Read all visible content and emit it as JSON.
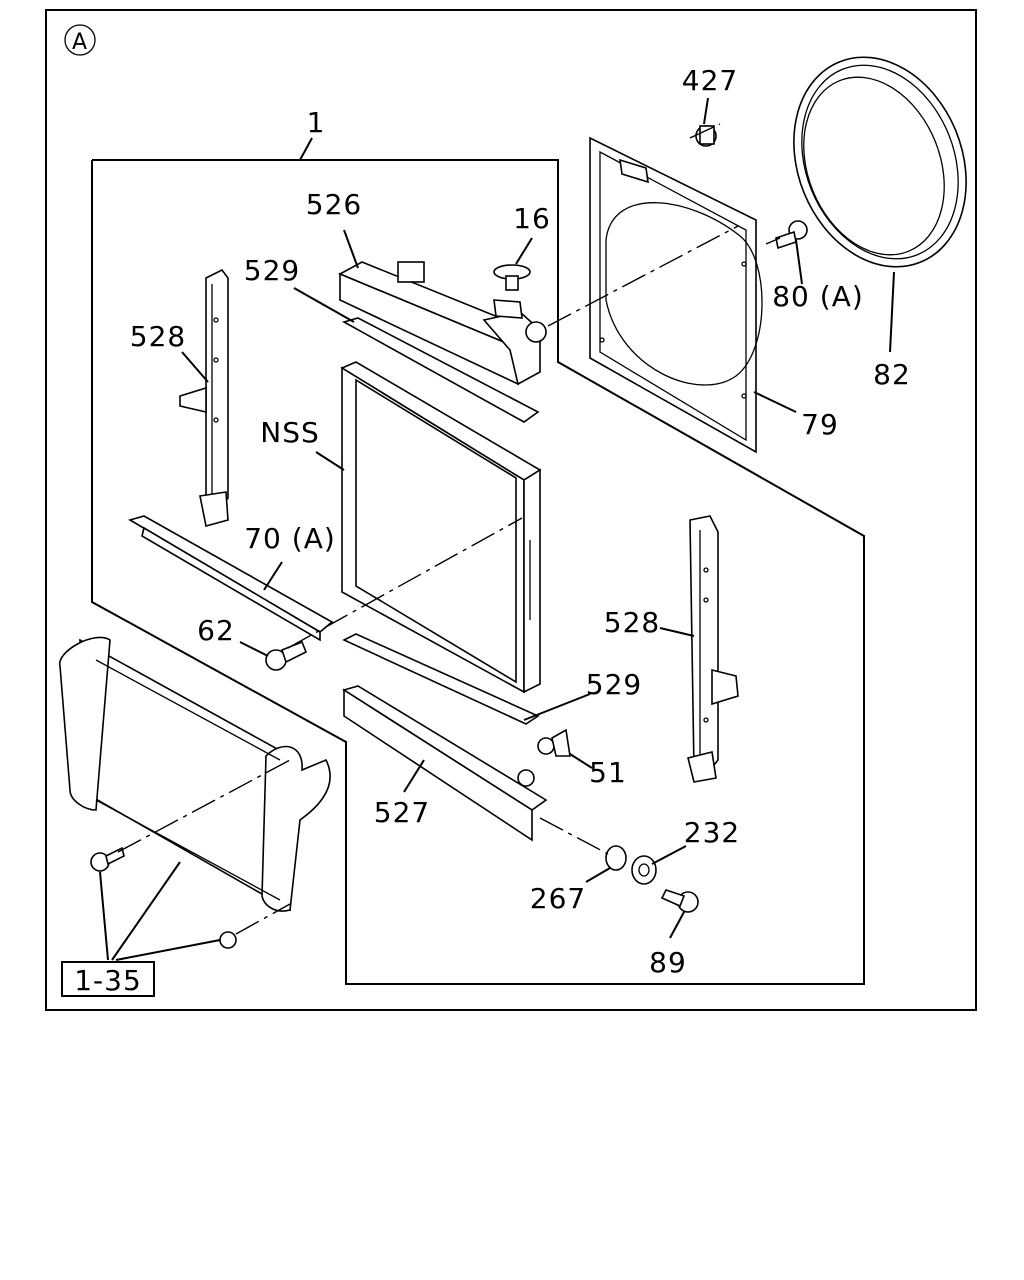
{
  "section_marker": "A",
  "callouts": {
    "assembly": "1",
    "cap": "16",
    "upper_tank": "526",
    "upper_gasket": "529",
    "left_bracket": "528",
    "core": "NSS",
    "baffle": "70 (A)",
    "baffle_bolt": "62",
    "lower_gasket": "529",
    "drain_plug": "51",
    "lower_tank": "527",
    "right_bracket": "528",
    "shroud_bolt": "427",
    "ring_bolt": "80 (A)",
    "fan_ring": "82",
    "shroud": "79",
    "washer": "232",
    "cushion": "267",
    "mount_bolt": "89"
  },
  "reference_box": "1-35"
}
